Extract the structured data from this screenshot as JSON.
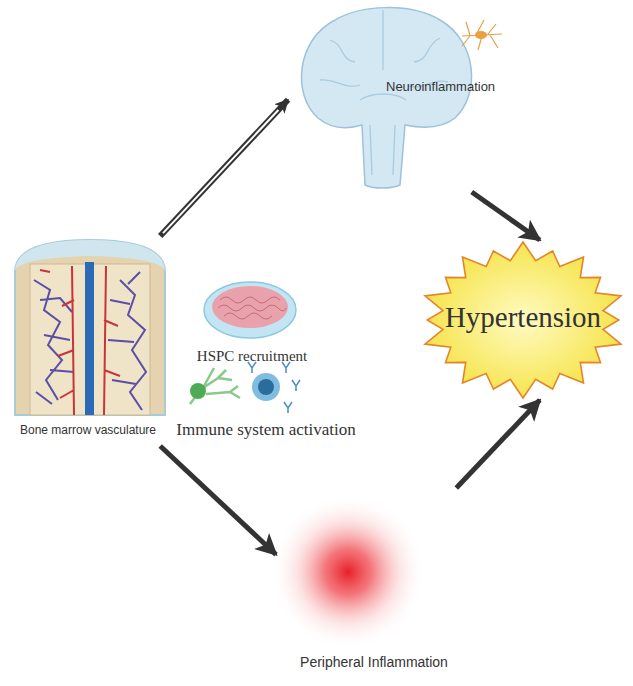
{
  "diagram": {
    "nodes": [
      {
        "text": [
          "Neuroinflammation"
        ]
      },
      {
        "text": [
          "HSPC recruitment"
        ]
      },
      {
        "text": [
          "Hypertension"
        ]
      },
      {
        "text": [
          "Bone marrow vasculature"
        ]
      },
      {
        "text": [
          "Immune system activation"
        ]
      },
      {
        "text": [
          "Peripheral Inflammation"
        ]
      }
    ],
    "edges": [
      {
        "from": 3,
        "to": 0,
        "arrow": "to"
      },
      {
        "from": 0,
        "to": 2,
        "arrow": "to"
      },
      {
        "from": 3,
        "to": 5,
        "arrow": "to"
      },
      {
        "from": 5,
        "to": 2,
        "arrow": "to"
      }
    ]
  }
}
